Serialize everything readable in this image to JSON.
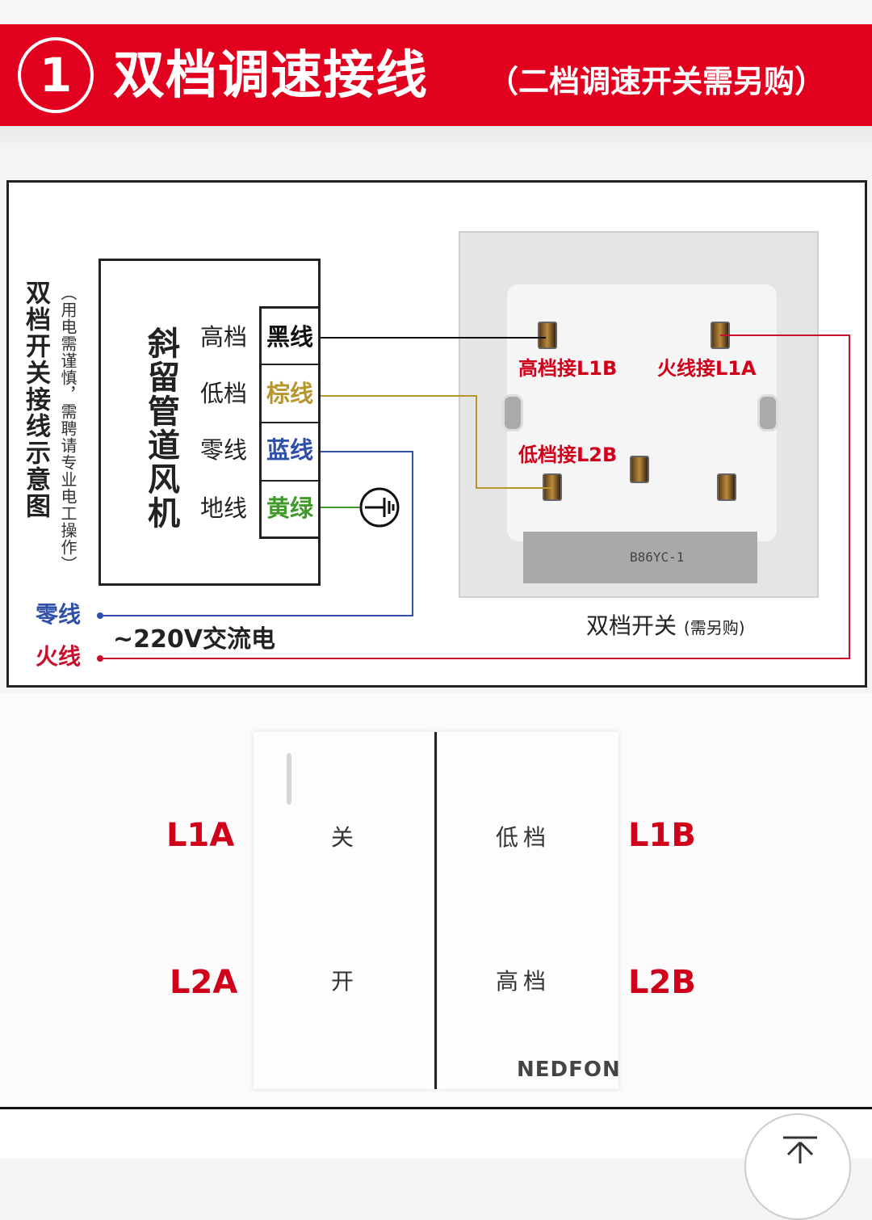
{
  "banner": {
    "number": "1",
    "title": "双档调速接线",
    "subtitle": "（二档调速开关需另购）"
  },
  "diagram": {
    "side_title": "双档开关接线示意图",
    "side_note": "（用电需谨慎，需聘请专业电工操作）",
    "fan_label": "斜留管道风机",
    "terminals": [
      {
        "label": "高档",
        "wire": "黑线",
        "color": "#111111"
      },
      {
        "label": "低档",
        "wire": "棕线",
        "color": "#b8962e"
      },
      {
        "label": "零线",
        "wire": "蓝线",
        "color": "#2f4fa8"
      },
      {
        "label": "地线",
        "wire": "黄绿",
        "color": "#3f9a2a"
      }
    ],
    "switch_tags": {
      "high": "高档接L1B",
      "live": "火线接L1A",
      "low": "低档接L2B"
    },
    "switch_model": "B86YC-1",
    "caption_main": "双档开关",
    "caption_note": "(需另购)",
    "neutral_label": "零线",
    "live_label": "火线",
    "voltage": "~220V交流电",
    "ground_icon": "ground-symbol-icon"
  },
  "panel": {
    "left_top": "L1A",
    "left_bottom": "L2A",
    "right_top": "L1B",
    "right_bottom": "L2B",
    "left_top_text": "关",
    "left_bottom_text": "开",
    "right_top_text": "低档",
    "right_bottom_text": "高档",
    "brand": "NEDFON"
  },
  "colors": {
    "banner_red": "#e1001e",
    "label_red": "#d0001a",
    "neutral_blue": "#2f4fa8",
    "live_red": "#c8102e"
  }
}
